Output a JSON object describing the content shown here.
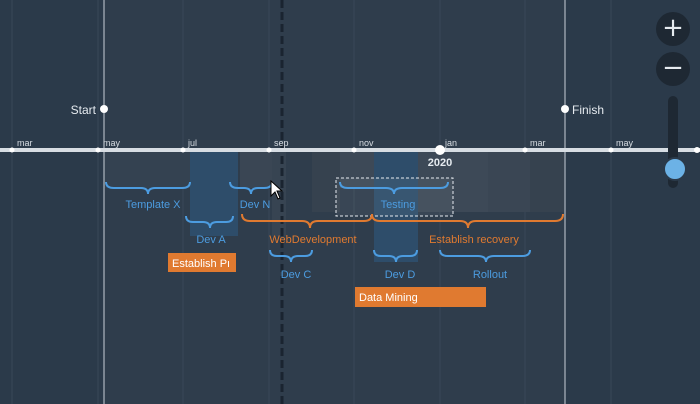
{
  "colors": {
    "background": "#2b3a4a",
    "band": "#33404e",
    "bar": "#3a4654",
    "blue": "#4c9ce0",
    "blue_fill": "#2f5374",
    "orange": "#e07a30",
    "axis": "#d7dde3",
    "text": "#e6ebf0",
    "dashed": "#1a2430"
  },
  "milestones": [
    {
      "label": "Start",
      "side": "left"
    },
    {
      "label": "Finish",
      "side": "right"
    }
  ],
  "axis": {
    "months": [
      "mar",
      "may",
      "jul",
      "sep",
      "nov",
      "jan",
      "mar",
      "may"
    ],
    "year": "2020"
  },
  "blue_groups": [
    {
      "label": "Template X"
    },
    {
      "label": "Dev N"
    },
    {
      "label": "Testing"
    },
    {
      "label": "Dev A"
    },
    {
      "label": "Dev C"
    },
    {
      "label": "Dev D"
    },
    {
      "label": "Rollout"
    }
  ],
  "orange_groups": [
    {
      "label": "WebDevelopment"
    },
    {
      "label": "Establish recovery"
    }
  ],
  "tasks": [
    {
      "label": "Establish Pı"
    },
    {
      "label": "Data Mining"
    }
  ],
  "controls": {
    "zoom_in_icon": "plus-icon",
    "zoom_out_icon": "minus-icon",
    "zoom_in": "+",
    "zoom_out": "−",
    "zoom_level": 0.85
  }
}
